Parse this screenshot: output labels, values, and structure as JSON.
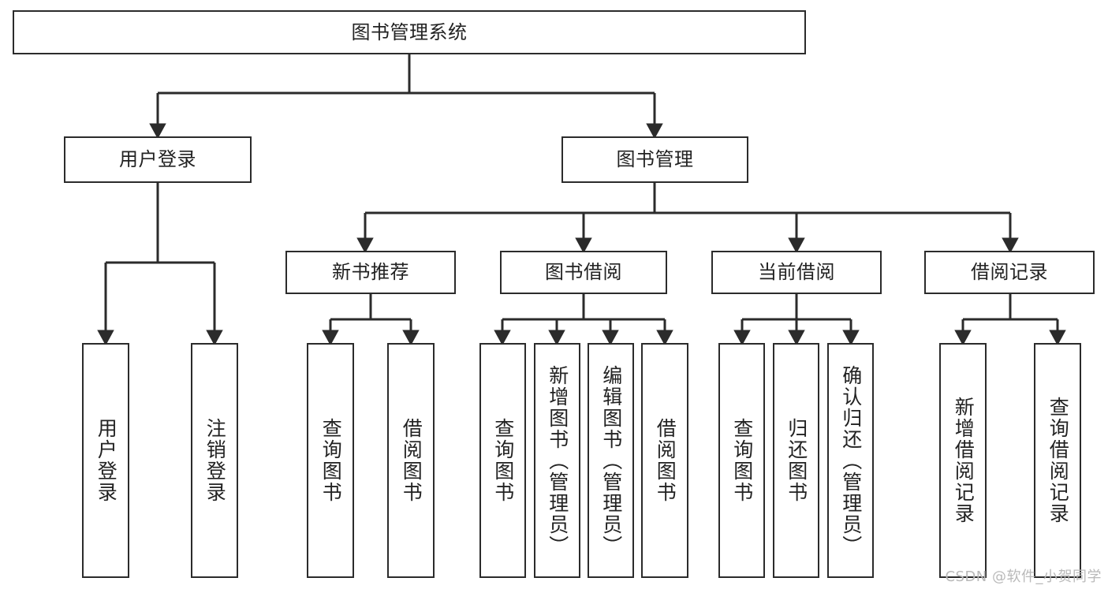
{
  "diagram": {
    "type": "tree",
    "title": "图书管理系统",
    "orientation": "top-down",
    "colors": {
      "background": "#ffffff",
      "box_border": "#2b2b2b",
      "box_fill": "#ffffff",
      "text": "#222222",
      "edge": "#2b2b2b",
      "watermark": "#b9b9b9"
    },
    "nodes": {
      "root": {
        "label": "图书管理系统",
        "level": 0
      },
      "l1": [
        {
          "id": "user_login",
          "label": "用户登录"
        },
        {
          "id": "book_manage",
          "label": "图书管理"
        }
      ],
      "l2": [
        {
          "id": "new_book_rec",
          "label": "新书推荐",
          "parent": "book_manage"
        },
        {
          "id": "book_borrow",
          "label": "图书借阅",
          "parent": "book_manage"
        },
        {
          "id": "current_borrow",
          "label": "当前借阅",
          "parent": "book_manage"
        },
        {
          "id": "borrow_record",
          "label": "借阅记录",
          "parent": "book_manage"
        }
      ],
      "leaves": [
        {
          "id": "leaf_user_login",
          "label": "用户登录",
          "parent": "user_login"
        },
        {
          "id": "leaf_user_logout",
          "label": "注销登录",
          "parent": "user_login"
        },
        {
          "id": "leaf_query_book_1",
          "label": "查询图书",
          "parent": "new_book_rec"
        },
        {
          "id": "leaf_borrow_book_1",
          "label": "借阅图书",
          "parent": "new_book_rec"
        },
        {
          "id": "leaf_query_book_2",
          "label": "查询图书",
          "parent": "book_borrow"
        },
        {
          "id": "leaf_add_book",
          "label": "新增图书（管理员）",
          "parent": "book_borrow"
        },
        {
          "id": "leaf_edit_book",
          "label": "编辑图书（管理员）",
          "parent": "book_borrow"
        },
        {
          "id": "leaf_borrow_book_2",
          "label": "借阅图书",
          "parent": "book_borrow"
        },
        {
          "id": "leaf_query_book_3",
          "label": "查询图书",
          "parent": "current_borrow"
        },
        {
          "id": "leaf_return_book",
          "label": "归还图书",
          "parent": "current_borrow"
        },
        {
          "id": "leaf_confirm_return",
          "label": "确认归还（管理员）",
          "parent": "current_borrow"
        },
        {
          "id": "leaf_add_record",
          "label": "新增借阅记录",
          "parent": "borrow_record"
        },
        {
          "id": "leaf_query_record",
          "label": "查询借阅记录",
          "parent": "borrow_record"
        }
      ]
    }
  },
  "watermark": {
    "text": "CSDN @软件_小贺同学"
  }
}
